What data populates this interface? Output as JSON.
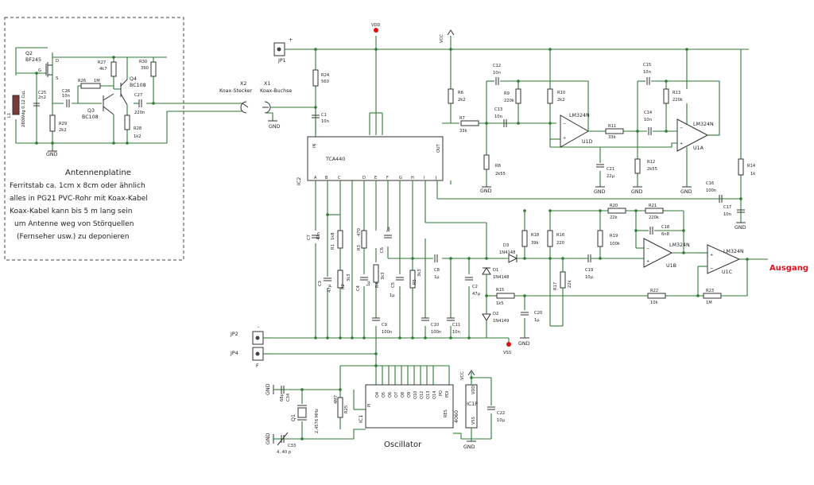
{
  "antenna_board": {
    "title": "Antennenplatine",
    "note_lines": [
      "Ferritstab ca. 1cm x 8cm oder ähnlich",
      "alles in PG21 PVC-Rohr mit Koax-Kabel",
      "Koax-Kabel kann bis 5 m lang sein",
      "um Antenne weg von Störquellen",
      "(Fernseher usw.) zu deponieren"
    ]
  },
  "components": {
    "Q2": {
      "ref": "Q2",
      "value": "BF245",
      "pins": [
        "D",
        "G",
        "S"
      ]
    },
    "Q3": {
      "ref": "Q3",
      "value": "BC108"
    },
    "Q4": {
      "ref": "Q4",
      "value": "BC108"
    },
    "L1": {
      "ref": "L1",
      "value": "280Wdg 0.12 CuL"
    },
    "R27": {
      "ref": "R27",
      "value": "4k7"
    },
    "R30": {
      "ref": "R30",
      "value": "390"
    },
    "R26": {
      "ref": "R26",
      "value": "1M"
    },
    "C26": {
      "ref": "C26",
      "value": "10n"
    },
    "C25": {
      "ref": "C25",
      "value": "2n2"
    },
    "R29": {
      "ref": "R29",
      "value": "2k2"
    },
    "C27": {
      "ref": "C27",
      "value": "220n"
    },
    "R28": {
      "ref": "R28",
      "value": "1k2"
    },
    "X2": {
      "ref": "X2",
      "value": "Koax-Stecker"
    },
    "X1": {
      "ref": "X1",
      "value": "Koax-Buchse"
    },
    "JP1": {
      "ref": "JP1",
      "mark": "+"
    },
    "JP2": {
      "ref": "JP2",
      "mark": "-"
    },
    "JP4": {
      "ref": "JP4",
      "mark": "F"
    },
    "R24": {
      "ref": "R24",
      "value": "560"
    },
    "C1": {
      "ref": "C1",
      "value": "10n"
    },
    "IC2": {
      "ref": "IC2",
      "value": "TCA440",
      "pins_bottom": [
        "A",
        "B",
        "C",
        "D",
        "E",
        "F",
        "G",
        "H",
        "I",
        "J"
      ],
      "pin_in": "IN",
      "pin_out": "OUT"
    },
    "R6": {
      "ref": "R6",
      "value": "2k2"
    },
    "R7": {
      "ref": "R7",
      "value": "33k"
    },
    "R8": {
      "ref": "R8",
      "value": "2k55"
    },
    "C12": {
      "ref": "C12",
      "value": "10n"
    },
    "R9": {
      "ref": "R9",
      "value": "220k"
    },
    "C13": {
      "ref": "C13",
      "value": "10n"
    },
    "R10": {
      "ref": "R10",
      "value": "2k2"
    },
    "U1D": {
      "ref": "U1D",
      "value": "LM324N"
    },
    "R11": {
      "ref": "R11",
      "value": "33k"
    },
    "C21": {
      "ref": "C21",
      "value": "22µ"
    },
    "C15": {
      "ref": "C15",
      "value": "10n"
    },
    "R13": {
      "ref": "R13",
      "value": "220k"
    },
    "C14": {
      "ref": "C14",
      "value": "10n"
    },
    "R12": {
      "ref": "R12",
      "value": "2k55"
    },
    "U1A": {
      "ref": "U1A",
      "value": "LM324N"
    },
    "R14": {
      "ref": "R14",
      "value": "1k"
    },
    "C16": {
      "ref": "C16",
      "value": "100n"
    },
    "C17": {
      "ref": "C17",
      "value": "10n"
    },
    "R20": {
      "ref": "R20",
      "value": "22k"
    },
    "R21": {
      "ref": "R21",
      "value": "220k"
    },
    "C18": {
      "ref": "C18",
      "value": "6n8"
    },
    "U1B": {
      "ref": "U1B",
      "value": "LM324N"
    },
    "U1C": {
      "ref": "U1C",
      "value": "LM324N"
    },
    "C7": {
      "ref": "C7",
      "value": "47n"
    },
    "R1": {
      "ref": "R1",
      "value": "1k8"
    },
    "R2": {
      "ref": "R2",
      "value": "3k3"
    },
    "C3": {
      "ref": "C3",
      "value": "47µ"
    },
    "R3": {
      "ref": "R3",
      "value": "470"
    },
    "C4": {
      "ref": "C4",
      "value": "1µ"
    },
    "R4": {
      "ref": "R4",
      "value": "3k3"
    },
    "C6": {
      "ref": "C6",
      "value": "1µ"
    },
    "C5": {
      "ref": "C5",
      "value": "1µ"
    },
    "R5": {
      "ref": "R5",
      "value": "3k3"
    },
    "C8": {
      "ref": "C8",
      "value": "1µ"
    },
    "C2": {
      "ref": "C2",
      "value": "47µ"
    },
    "C9": {
      "ref": "C9",
      "value": "100n"
    },
    "C10": {
      "ref": "C10",
      "value": "100n"
    },
    "C11": {
      "ref": "C11",
      "value": "10n"
    },
    "D3": {
      "ref": "D3",
      "value": "1N4148"
    },
    "D1": {
      "ref": "D1",
      "value": "1N4148"
    },
    "D2": {
      "ref": "D2",
      "value": "1N4149"
    },
    "R18": {
      "ref": "R18",
      "value": "39k"
    },
    "R16": {
      "ref": "R16",
      "value": "220"
    },
    "R15": {
      "ref": "R15",
      "value": "1k5"
    },
    "C20": {
      "ref": "C20",
      "value": "1µ"
    },
    "R17": {
      "ref": "R17",
      "value": "22k"
    },
    "R19": {
      "ref": "R19",
      "value": "100k"
    },
    "C19": {
      "ref": "C19",
      "value": "10µ"
    },
    "R22": {
      "ref": "R22",
      "value": "10k"
    },
    "R23": {
      "ref": "R23",
      "value": "1M"
    },
    "Q1": {
      "ref": "Q1",
      "value": "2,4576 MHz"
    },
    "C34": {
      "ref": "C34",
      "value": "68p"
    },
    "C33": {
      "ref": "C33",
      "value": "4..40 p"
    },
    "R25": {
      "ref": "R25",
      "value": "4M7"
    },
    "IC1": {
      "ref": "IC1",
      "value": "4060",
      "pins_top": [
        "Q4",
        "Q5",
        "Q6",
        "Q7",
        "Q8",
        "Q9",
        "Q10",
        "Q12",
        "Q13",
        "Q14",
        "PO",
        "PDI"
      ],
      "pin_p1": "PI",
      "pin_res": "RES"
    },
    "IC1P": {
      "ref": "IC1P",
      "pins": [
        "VDD",
        "VSS"
      ]
    },
    "C22": {
      "ref": "C22",
      "value": "10µ"
    }
  },
  "supplies": {
    "vdd": "VDD",
    "vcc": "VCC",
    "vss": "VSS",
    "gnd": "GND"
  },
  "oscillator_title": "Oscillator",
  "output_label": "Ausgang",
  "colors": {
    "wire": "#2f7a34",
    "part": "#333333",
    "output": "#e0141c",
    "supply_dot": "#d11111"
  }
}
